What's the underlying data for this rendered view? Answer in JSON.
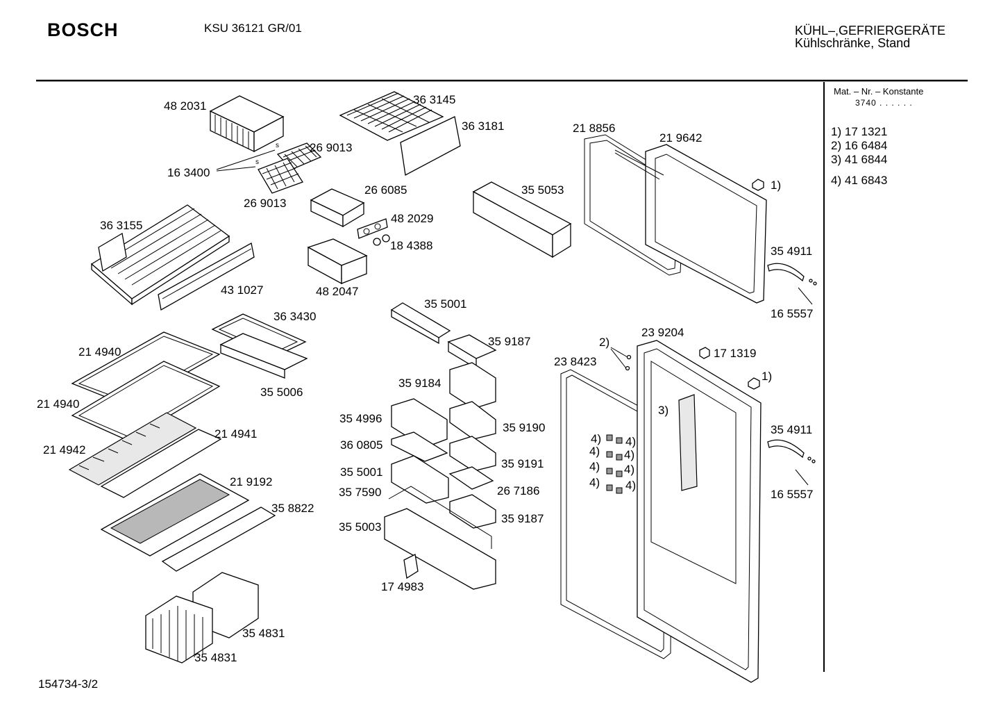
{
  "header": {
    "brand": "BOSCH",
    "model": "KSU 36121 GR/01",
    "category_line1": "KÜHL–,GEFRIERGERÄTE",
    "category_line2": "Kühlschränke, Stand"
  },
  "sidebar": {
    "title": "Mat. – Nr. – Konstante",
    "constant": "3740 . .   . . . .",
    "footnotes": [
      {
        "ref": "1)",
        "number": "17 1321"
      },
      {
        "ref": "2)",
        "number": "16 6484"
      },
      {
        "ref": "3)",
        "number": "41 6844"
      },
      {
        "ref": "4)",
        "number": "41 6843"
      }
    ]
  },
  "footer": {
    "doc_id": "154734-3/2"
  },
  "parts": [
    {
      "id": "p1",
      "label": "48 2031"
    },
    {
      "id": "p2",
      "label": "36 3145"
    },
    {
      "id": "p3",
      "label": "36 3181"
    },
    {
      "id": "p4",
      "label": "26 9013"
    },
    {
      "id": "p5",
      "label": "16 3400"
    },
    {
      "id": "p6",
      "label": "26 9013"
    },
    {
      "id": "p7",
      "label": "26 6085"
    },
    {
      "id": "p8",
      "label": "48 2029"
    },
    {
      "id": "p9",
      "label": "18 4388"
    },
    {
      "id": "p10",
      "label": "48 2047"
    },
    {
      "id": "p11",
      "label": "36 3155"
    },
    {
      "id": "p12",
      "label": "43 1027"
    },
    {
      "id": "p13",
      "label": "35 5053"
    },
    {
      "id": "p14",
      "label": "21 8856"
    },
    {
      "id": "p15",
      "label": "21 9642"
    },
    {
      "id": "p16",
      "label": "1)"
    },
    {
      "id": "p17",
      "label": "35 4911"
    },
    {
      "id": "p18",
      "label": "16 5557"
    },
    {
      "id": "p19",
      "label": "35 5001"
    },
    {
      "id": "p20",
      "label": "36 3430"
    },
    {
      "id": "p21",
      "label": "21 4940"
    },
    {
      "id": "p22",
      "label": "35 9187"
    },
    {
      "id": "p23",
      "label": "23 9204"
    },
    {
      "id": "p24",
      "label": "2)"
    },
    {
      "id": "p25",
      "label": "17 1319"
    },
    {
      "id": "p26",
      "label": "23 8423"
    },
    {
      "id": "p27",
      "label": "35 5006"
    },
    {
      "id": "p28",
      "label": "35 9184"
    },
    {
      "id": "p29",
      "label": "1)"
    },
    {
      "id": "p30",
      "label": "21 4940"
    },
    {
      "id": "p31",
      "label": "35 4996"
    },
    {
      "id": "p32",
      "label": "3)"
    },
    {
      "id": "p33",
      "label": "35 9190"
    },
    {
      "id": "p34",
      "label": "21 4941"
    },
    {
      "id": "p35",
      "label": "35 4911"
    },
    {
      "id": "p36",
      "label": "21 4942"
    },
    {
      "id": "p37",
      "label": "36 0805"
    },
    {
      "id": "p38",
      "label": "4)"
    },
    {
      "id": "p39",
      "label": "4)"
    },
    {
      "id": "p40",
      "label": "35 9191"
    },
    {
      "id": "p41",
      "label": "4)"
    },
    {
      "id": "p42",
      "label": "4)"
    },
    {
      "id": "p43",
      "label": "35 5001"
    },
    {
      "id": "p44",
      "label": "4)"
    },
    {
      "id": "p45",
      "label": "4)"
    },
    {
      "id": "p46",
      "label": "21 9192"
    },
    {
      "id": "p47",
      "label": "4)"
    },
    {
      "id": "p48",
      "label": "4)"
    },
    {
      "id": "p49",
      "label": "35 7590"
    },
    {
      "id": "p50",
      "label": "26 7186"
    },
    {
      "id": "p51",
      "label": "16 5557"
    },
    {
      "id": "p52",
      "label": "35 8822"
    },
    {
      "id": "p53",
      "label": "35 9187"
    },
    {
      "id": "p54",
      "label": "35 5003"
    },
    {
      "id": "p55",
      "label": "17 4983"
    },
    {
      "id": "p56",
      "label": "35 4831"
    },
    {
      "id": "p57",
      "label": "35 4831"
    }
  ]
}
